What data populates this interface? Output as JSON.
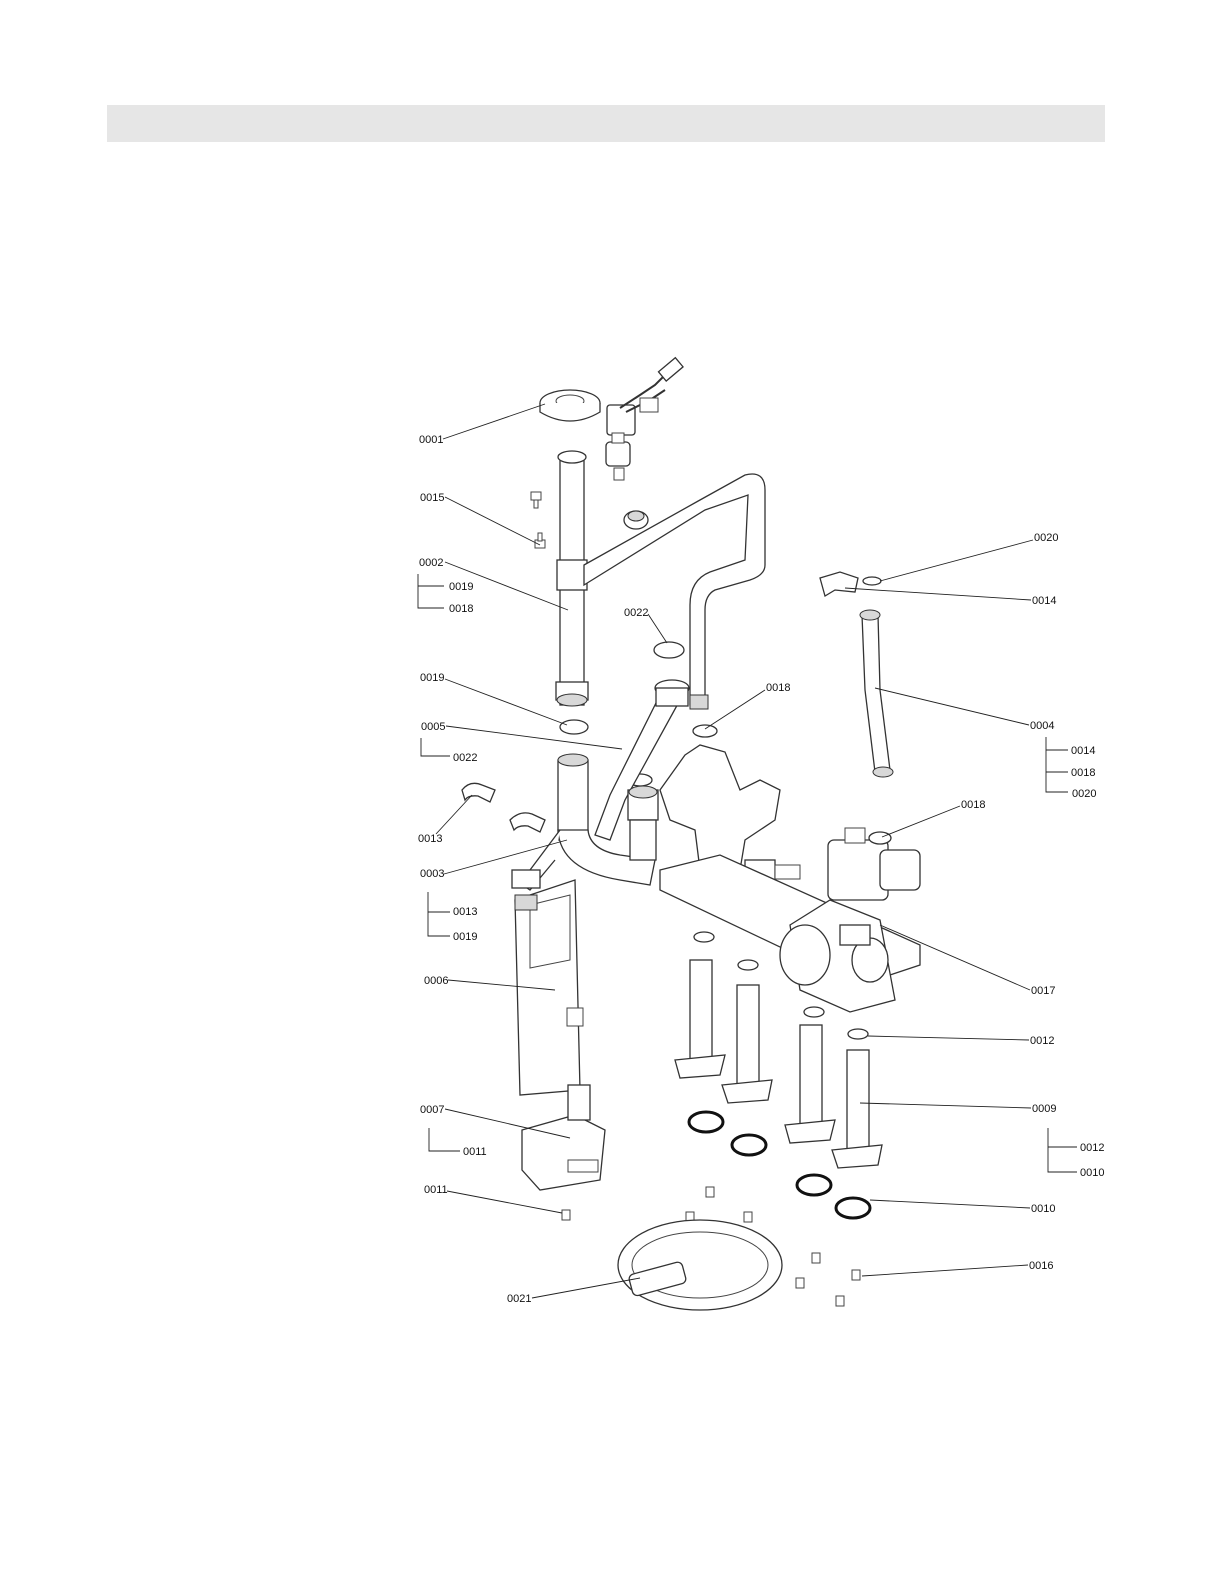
{
  "header": {
    "text": ""
  },
  "labels": {
    "l0001": "0001",
    "l0015": "0015",
    "l0002": "0002",
    "l0002_0019": "0019",
    "l0002_0018": "0018",
    "l0022_top": "0022",
    "l0019": "0019",
    "l0018_mid": "0018",
    "l0005": "0005",
    "l0005_0022": "0022",
    "l0013": "0013",
    "l0003": "0003",
    "l0003_0013": "0013",
    "l0003_0019": "0019",
    "l0006": "0006",
    "l0007": "0007",
    "l0007_0011": "0011",
    "l0011": "0011",
    "l0021": "0021",
    "l0020": "0020",
    "l0014": "0014",
    "l0004": "0004",
    "l0004_0014": "0014",
    "l0004_0018": "0018",
    "l0004_0020": "0020",
    "l0018_right": "0018",
    "l0017": "0017",
    "l0012": "0012",
    "l0009": "0009",
    "l0009_0012": "0012",
    "l0009_0010": "0010",
    "l0010": "0010",
    "l0016": "0016"
  }
}
